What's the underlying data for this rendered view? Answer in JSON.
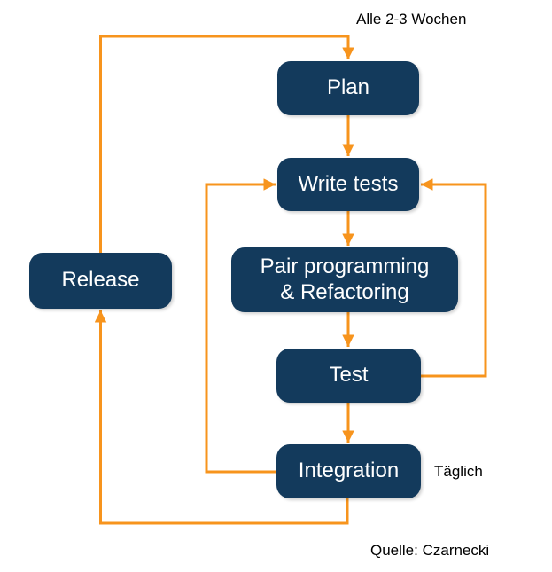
{
  "nodes": {
    "plan": {
      "label": "Plan"
    },
    "write_tests": {
      "label": "Write tests"
    },
    "pair_programming": {
      "label": "Pair programming\n& Refactoring"
    },
    "test": {
      "label": "Test"
    },
    "integration": {
      "label": "Integration"
    },
    "release": {
      "label": "Release"
    }
  },
  "annotations": {
    "cycle_frequency": "Alle 2-3 Wochen",
    "daily": "Täglich",
    "source": "Quelle: Czarnecki"
  },
  "colors": {
    "node_fill": "#133A5C",
    "node_text": "#FFFFFF",
    "arrow": "#F7941D",
    "annotation_text": "#000000",
    "background": "#FFFFFF"
  }
}
